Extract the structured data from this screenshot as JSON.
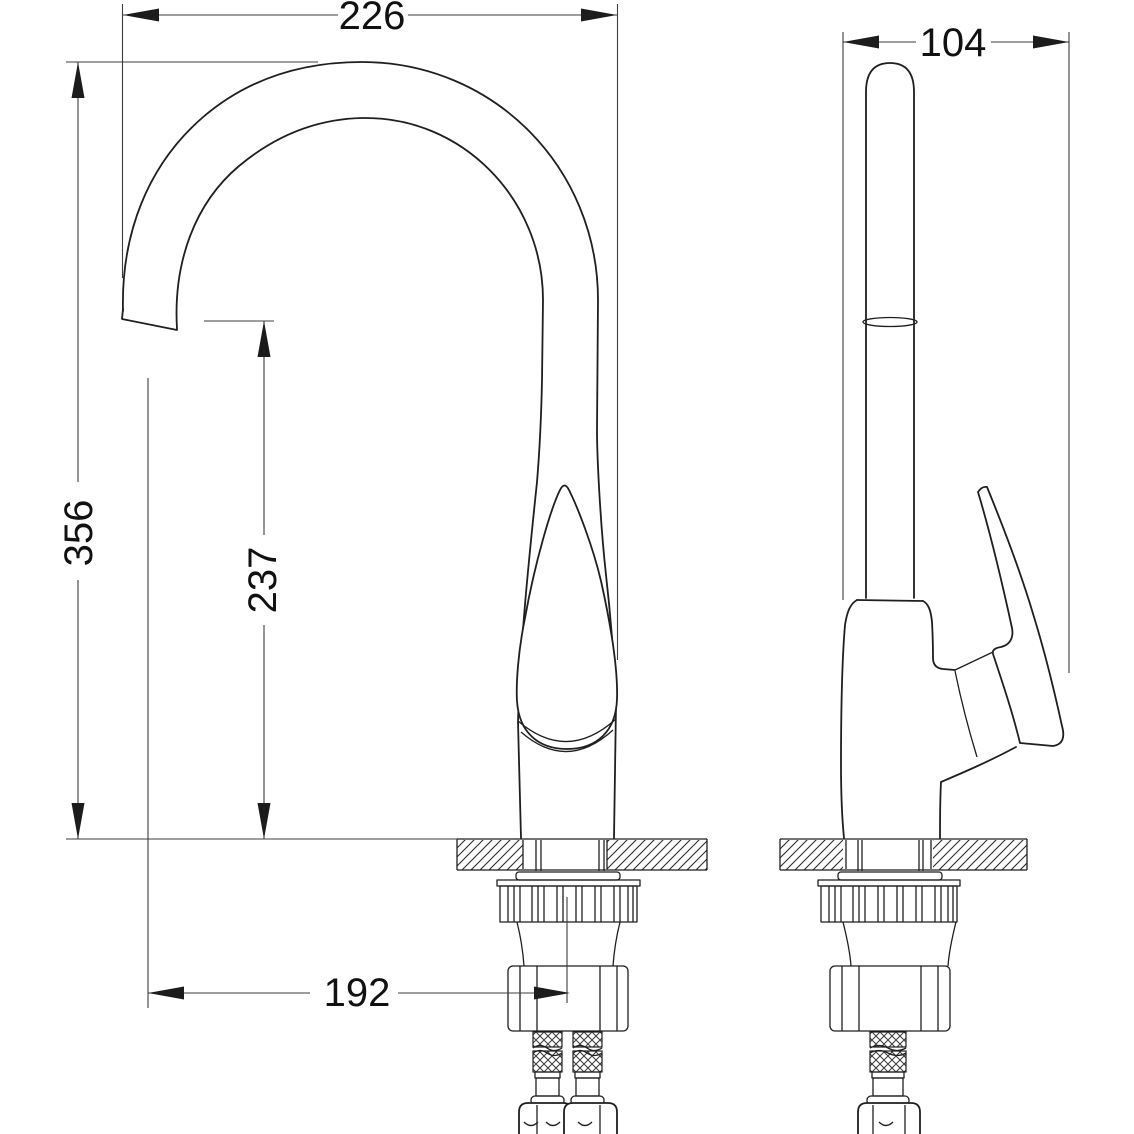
{
  "drawing": {
    "background": "#ffffff",
    "line_color": "#1f1f1f",
    "dimension_line_color": "#3d3d3d",
    "text_color": "#111111",
    "dimensions": {
      "spout_reach": "226",
      "body_depth": "104",
      "overall_height": "356",
      "spout_outlet_height": "237",
      "spout_tip_to_axis": "192"
    }
  }
}
